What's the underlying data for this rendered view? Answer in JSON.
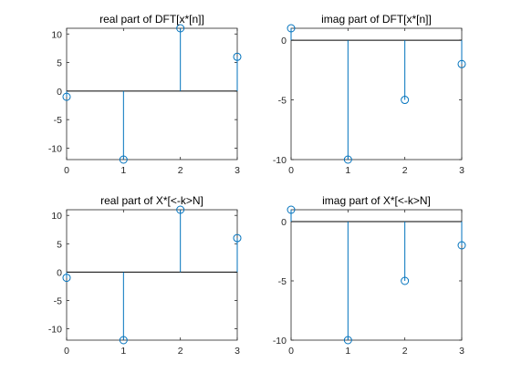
{
  "colors": {
    "stem": "#0072BD",
    "axis": "#262626",
    "baseline": "#000000",
    "background": "#ffffff"
  },
  "chart_data": [
    {
      "type": "stem",
      "title": "real part of DFT[x*[n]]",
      "x": [
        0,
        1,
        2,
        3
      ],
      "y": [
        -1,
        -12,
        11,
        6
      ],
      "xlim": [
        0,
        3
      ],
      "ylim": [
        -12,
        11
      ],
      "xticks": [
        "0",
        "1",
        "2",
        "3"
      ],
      "yticks": [
        "-10",
        "-5",
        "0",
        "5",
        "10"
      ],
      "grid": false,
      "marker": "circle"
    },
    {
      "type": "stem",
      "title": "imag part of DFT[x*[n]]",
      "x": [
        0,
        1,
        2,
        3
      ],
      "y": [
        1,
        -10,
        -5,
        -2
      ],
      "xlim": [
        0,
        3
      ],
      "ylim": [
        -10,
        1
      ],
      "xticks": [
        "0",
        "1",
        "2",
        "3"
      ],
      "yticks": [
        "-10",
        "-5",
        "0"
      ],
      "grid": false,
      "marker": "circle"
    },
    {
      "type": "stem",
      "title": "real part of X*[<-k>N]",
      "x": [
        0,
        1,
        2,
        3
      ],
      "y": [
        -1,
        -12,
        11,
        6
      ],
      "xlim": [
        0,
        3
      ],
      "ylim": [
        -12,
        11
      ],
      "xticks": [
        "0",
        "1",
        "2",
        "3"
      ],
      "yticks": [
        "-10",
        "-5",
        "0",
        "5",
        "10"
      ],
      "grid": false,
      "marker": "circle"
    },
    {
      "type": "stem",
      "title": "imag part of X*[<-k>N]",
      "x": [
        0,
        1,
        2,
        3
      ],
      "y": [
        1,
        -10,
        -5,
        -2
      ],
      "xlim": [
        0,
        3
      ],
      "ylim": [
        -10,
        1
      ],
      "xticks": [
        "0",
        "1",
        "2",
        "3"
      ],
      "yticks": [
        "-10",
        "-5",
        "0"
      ],
      "grid": false,
      "marker": "circle"
    }
  ]
}
